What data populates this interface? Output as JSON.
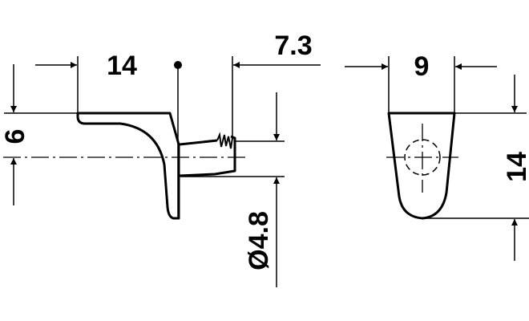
{
  "drawing": {
    "side_view": {
      "width_label": "14",
      "height_label": "6",
      "pin_length_label": "7.3",
      "pin_diameter_label": "Ø4.8"
    },
    "front_view": {
      "width_label": "9",
      "height_label": "14"
    },
    "color": "#000000"
  }
}
